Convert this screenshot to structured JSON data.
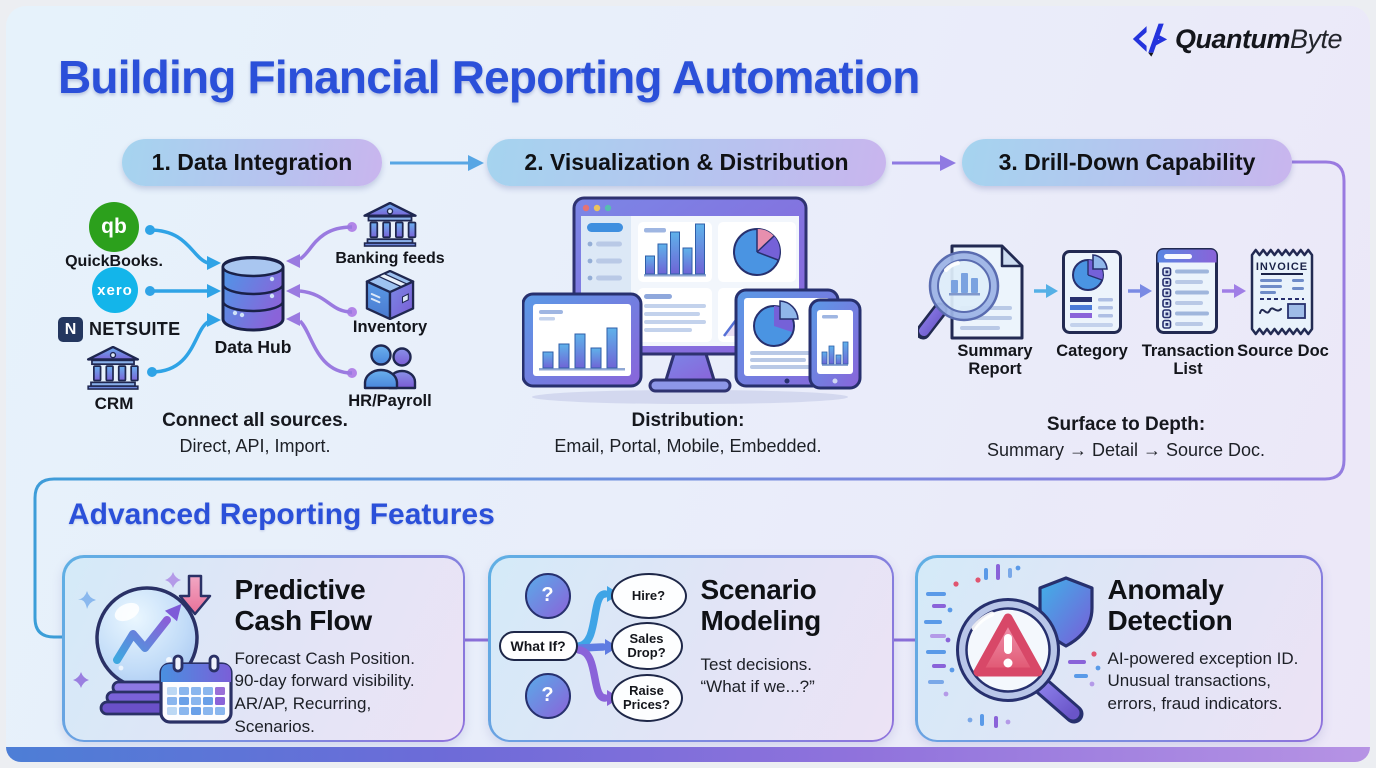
{
  "brand": {
    "name_bold": "Quantum",
    "name_light": "Byte",
    "mark_icon": "quantumbyte-mark"
  },
  "title": "Building Financial Reporting Automation",
  "stages": [
    {
      "label": "1. Data Integration"
    },
    {
      "label": "2. Visualization & Distribution"
    },
    {
      "label": "3. Drill-Down Capability"
    }
  ],
  "integration": {
    "sources": [
      {
        "label": "QuickBooks.",
        "icon": "quickbooks-logo",
        "icon_text": "qb"
      },
      {
        "label": "xero",
        "icon": "xero-logo",
        "icon_text": "xero"
      },
      {
        "label": "NETSUITE",
        "icon": "netsuite-logo",
        "icon_text": "N"
      },
      {
        "label": "CRM",
        "icon": "bank-building-icon"
      }
    ],
    "hub": {
      "label": "Data Hub",
      "icon": "database-cylinder-icon"
    },
    "feeds": [
      {
        "label": "Banking feeds",
        "icon": "bank-building-icon"
      },
      {
        "label": "Inventory",
        "icon": "package-box-icon"
      },
      {
        "label": "HR/Payroll",
        "icon": "people-icon"
      }
    ],
    "caption_title": "Connect all sources.",
    "caption_body": "Direct, API, Import."
  },
  "visualization": {
    "illustration": "devices-dashboard-illustration",
    "caption_title": "Distribution:",
    "caption_body": "Email, Portal, Mobile, Embedded."
  },
  "drilldown": {
    "steps": [
      {
        "label": "Summary Report",
        "icon": "magnifier-report-icon"
      },
      {
        "label": "Category",
        "icon": "pie-document-icon"
      },
      {
        "label": "Transaction List",
        "icon": "list-document-icon"
      },
      {
        "label": "Source Doc",
        "icon": "invoice-receipt-icon",
        "doc_text": "INVOICE"
      }
    ],
    "caption_title": "Surface to Depth:",
    "caption_body": "Summary → Detail → Source Doc."
  },
  "advanced": {
    "heading": "Advanced Reporting Features",
    "cards": [
      {
        "title": "Predictive Cash Flow",
        "icon": "crystal-ball-calendar-icon",
        "lines": [
          "Forecast Cash Position.",
          "90-day forward visibility.",
          "AR/AP, Recurring, Scenarios."
        ]
      },
      {
        "title": "Scenario Modeling",
        "icon": "what-if-branches-icon",
        "lines": [
          "Test decisions.",
          "“What if we...?”"
        ],
        "bubbles": {
          "q": "?",
          "root": "What If?",
          "b1": "Hire?",
          "b2": "Sales Drop?",
          "b3": "Raise Prices?"
        }
      },
      {
        "title": "Anomaly Detection",
        "icon": "magnifier-alert-shield-icon",
        "lines": [
          "AI-powered exception ID.",
          "Unusual transactions,",
          "errors, fraud indicators."
        ]
      }
    ]
  },
  "colors": {
    "accent_blue": "#2b50d9",
    "pill_gradient": [
      "#a5d4ef",
      "#c9b5ee"
    ],
    "wire_blue": "#2fa3e6",
    "wire_purple": "#9a7ae0",
    "card_border_gradient": [
      "#5fb0e4",
      "#8f72dc"
    ],
    "quickbooks_green": "#2ca01c",
    "xero_teal": "#13b5ea",
    "netsuite_navy": "#24375f",
    "alert_red": "#e05570",
    "footer_gradient": [
      "#4d7ed6",
      "#b693e4"
    ]
  }
}
